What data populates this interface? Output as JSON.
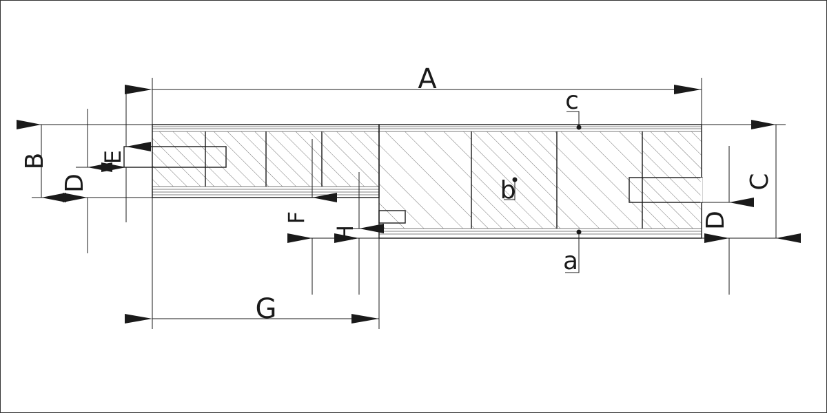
{
  "labels": {
    "A": "A",
    "B": "B",
    "C": "C",
    "D_left": "D",
    "D_right": "D",
    "E": "E",
    "F": "F",
    "G": "G",
    "H": "H",
    "a": "a",
    "b": "b",
    "c": "c"
  },
  "colors": {
    "line": "#1a1a1a",
    "hatch": "#777777",
    "frame": "#333333"
  }
}
